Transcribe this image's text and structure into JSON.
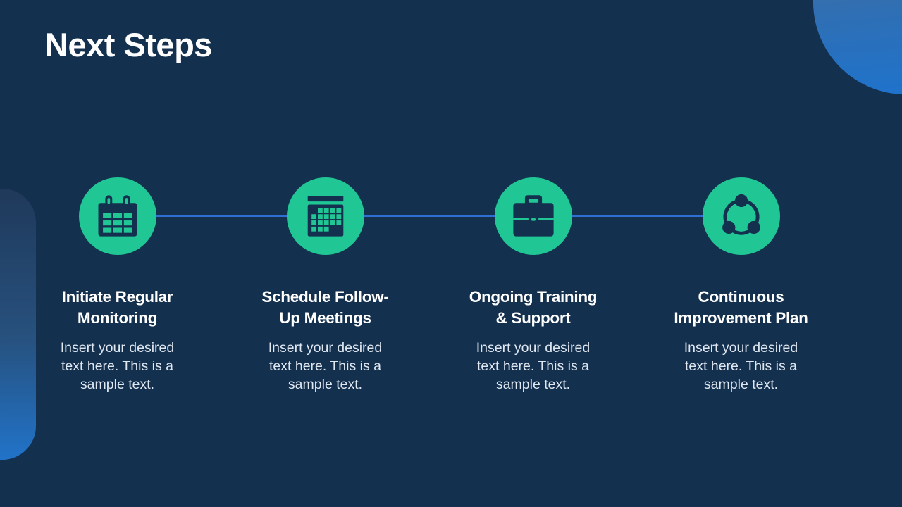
{
  "slide": {
    "title": "Next Steps",
    "colors": {
      "background": "#14304f",
      "accent_green": "#20c794",
      "icon_navy": "#14304f",
      "connector_blue": "#2d6fd2",
      "deco_blue": "#1d73ce"
    },
    "steps": [
      {
        "icon": "calendar-rings-icon",
        "title_lines": [
          "Initiate Regular",
          "Monitoring"
        ],
        "desc_lines": [
          "Insert your desired",
          "text here. This is a",
          "sample text."
        ]
      },
      {
        "icon": "calendar-grid-icon",
        "title_lines": [
          "Schedule Follow-",
          "Up Meetings"
        ],
        "desc_lines": [
          "Insert your desired",
          "text here. This is a",
          "sample text."
        ]
      },
      {
        "icon": "briefcase-icon",
        "title_lines": [
          "Ongoing Training",
          "& Support"
        ],
        "desc_lines": [
          "Insert your desired",
          "text here. This is a",
          "sample text."
        ]
      },
      {
        "icon": "share-network-icon",
        "title_lines": [
          "Continuous",
          "Improvement Plan"
        ],
        "desc_lines": [
          "Insert your desired",
          "text here. This is a",
          "sample text."
        ]
      }
    ]
  }
}
